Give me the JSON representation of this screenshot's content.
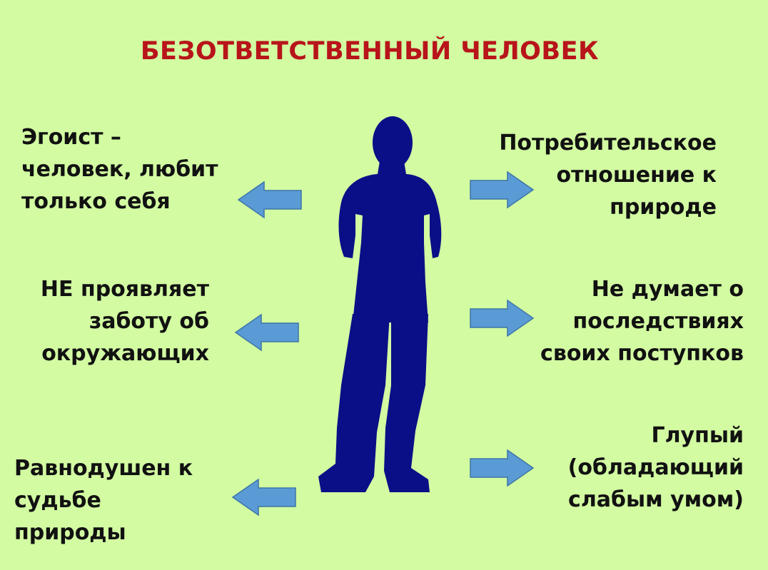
{
  "title": "БЕЗОТВЕТСТВЕННЫЙ ЧЕЛОВЕК",
  "colors": {
    "background": "#d2fba2",
    "title": "#b8141a",
    "text": "#111111",
    "silhouette": "#0a0f87",
    "arrow_fill": "#5b9bd5",
    "arrow_stroke": "#3d74a8"
  },
  "figure": {
    "icon": "person-silhouette-icon"
  },
  "left_items": [
    {
      "lines": [
        "Эгоист –",
        "человек, любит",
        "только себя"
      ]
    },
    {
      "lines": [
        "НЕ проявляет",
        "заботу об",
        "окружающих"
      ]
    },
    {
      "lines": [
        "Равнодушен к",
        "судьбе",
        "природы"
      ]
    }
  ],
  "right_items": [
    {
      "lines": [
        "Потребительское",
        "отношение к",
        "природе"
      ]
    },
    {
      "lines": [
        "Не думает о",
        "последствиях",
        "своих поступков"
      ]
    },
    {
      "lines": [
        "Глупый",
        "(обладающий",
        "слабым умом)"
      ]
    }
  ]
}
